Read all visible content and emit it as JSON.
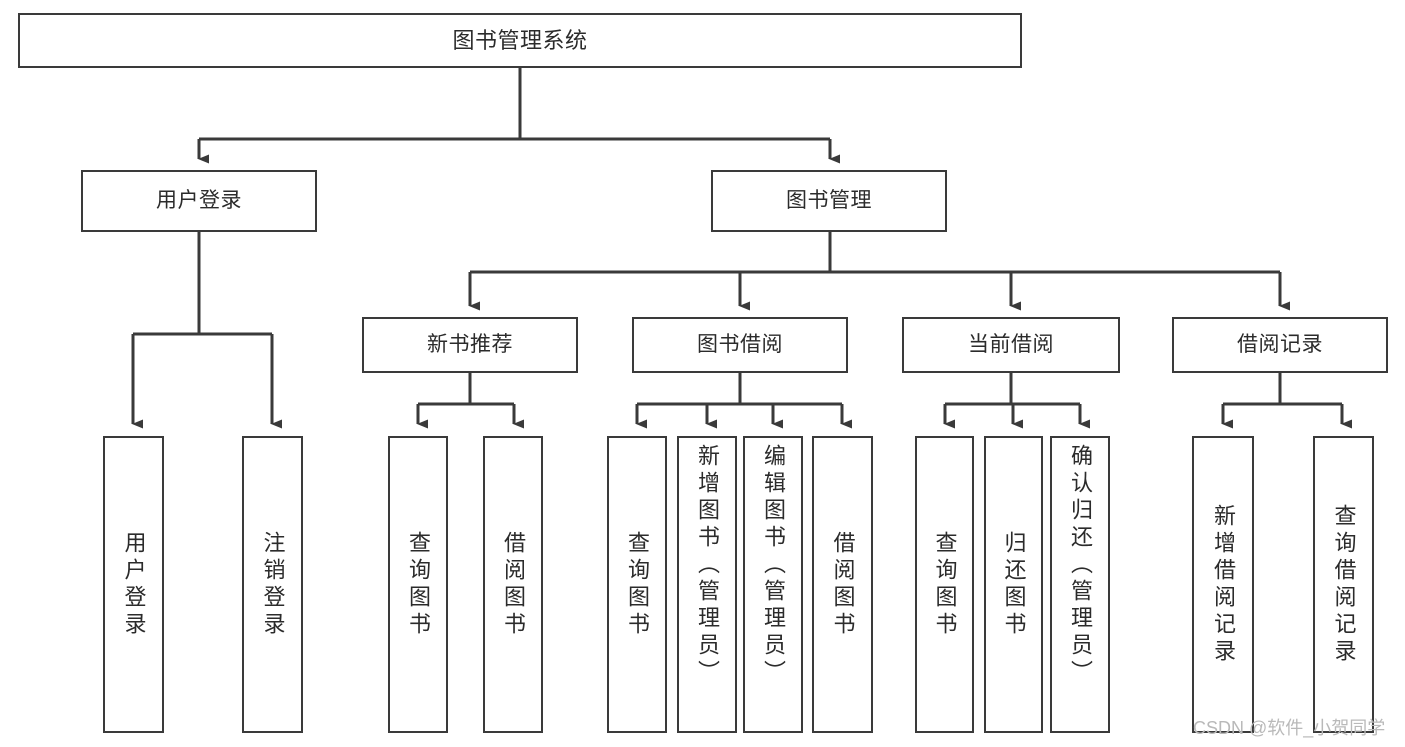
{
  "diagram": {
    "title": "图书管理系统",
    "type": "hierarchy-tree",
    "watermark": "CSDN @软件_小贺同学",
    "colors": {
      "box_border": "#3a3a3a",
      "box_fill": "#ffffff",
      "connector": "#3a3a3a",
      "text": "#2b2b2b",
      "watermark": "#b9b9b9",
      "background": "#ffffff"
    },
    "levels": {
      "root": "图书管理系统",
      "level2": [
        "用户登录",
        "图书管理"
      ],
      "level3": [
        "新书推荐",
        "图书借阅",
        "当前借阅",
        "借阅记录"
      ]
    },
    "nodes": {
      "root": {
        "label": "图书管理系统"
      },
      "user_login": {
        "label": "用户登录"
      },
      "book_manage": {
        "label": "图书管理"
      },
      "new_book_rec": {
        "label": "新书推荐"
      },
      "book_borrow": {
        "label": "图书借阅"
      },
      "current_borrow": {
        "label": "当前借阅"
      },
      "borrow_record": {
        "label": "借阅记录"
      }
    },
    "leaves": {
      "user_login": [
        {
          "label": "用户登录"
        },
        {
          "label": "注销登录"
        }
      ],
      "new_book_rec": [
        {
          "label": "查询图书"
        },
        {
          "label": "借阅图书"
        }
      ],
      "book_borrow": [
        {
          "label": "查询图书"
        },
        {
          "label": "新增图书（管理员）"
        },
        {
          "label": "编辑图书（管理员）"
        },
        {
          "label": "借阅图书"
        }
      ],
      "current_borrow": [
        {
          "label": "查询图书"
        },
        {
          "label": "归还图书"
        },
        {
          "label": "确认归还（管理员）"
        }
      ],
      "borrow_record": [
        {
          "label": "新增借阅记录"
        },
        {
          "label": "查询借阅记录"
        }
      ]
    }
  }
}
